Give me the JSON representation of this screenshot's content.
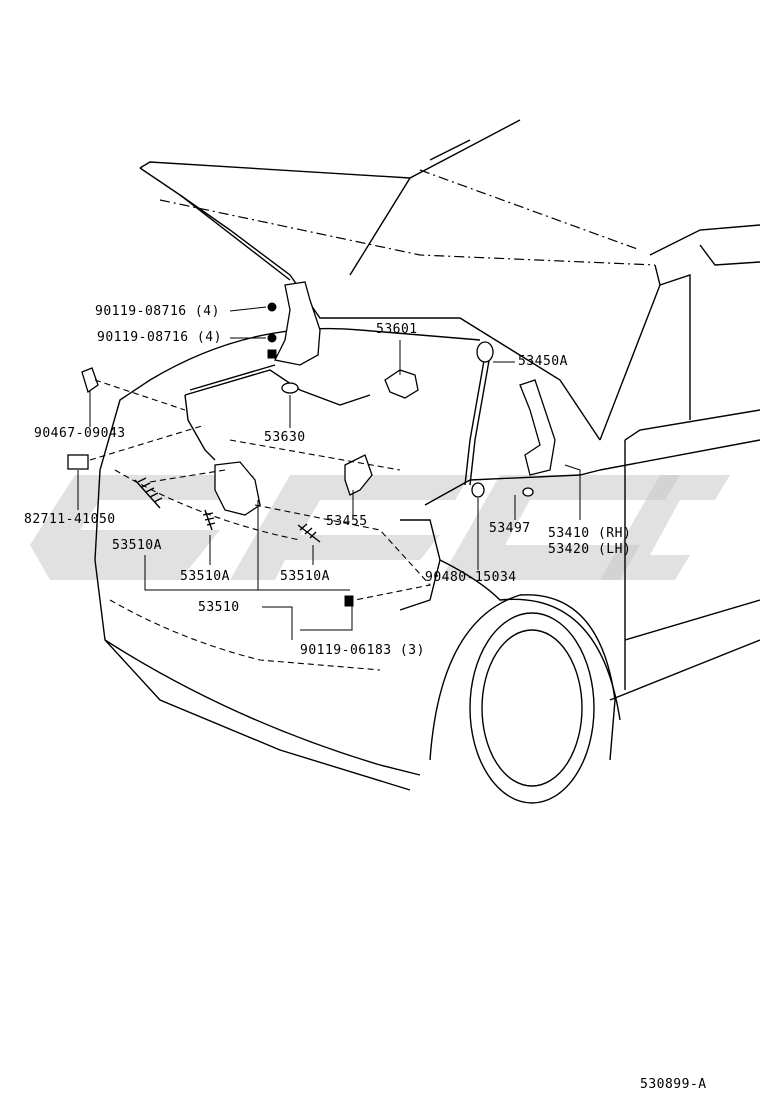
{
  "diagram_ref": "530899-A",
  "parts": {
    "bolt_top_1": "90119-08716 (4)",
    "bolt_top_2": "90119-08716 (4)",
    "clip_left": "90467-09043",
    "switch_left": "82711-41050",
    "lock_part_1": "53510A",
    "lock_part_2": "53510A",
    "lock_part_3": "53510A",
    "lock_assy": "53510",
    "bolt_bottom": "90119-06183 (3)",
    "lever": "53601",
    "cable": "53630",
    "support": "53455",
    "prop_rod": "53450A",
    "cushion": "53497",
    "hinge_rh": "53410 (RH)",
    "hinge_lh": "53420 (LH)",
    "grommet": "90480-15034"
  }
}
